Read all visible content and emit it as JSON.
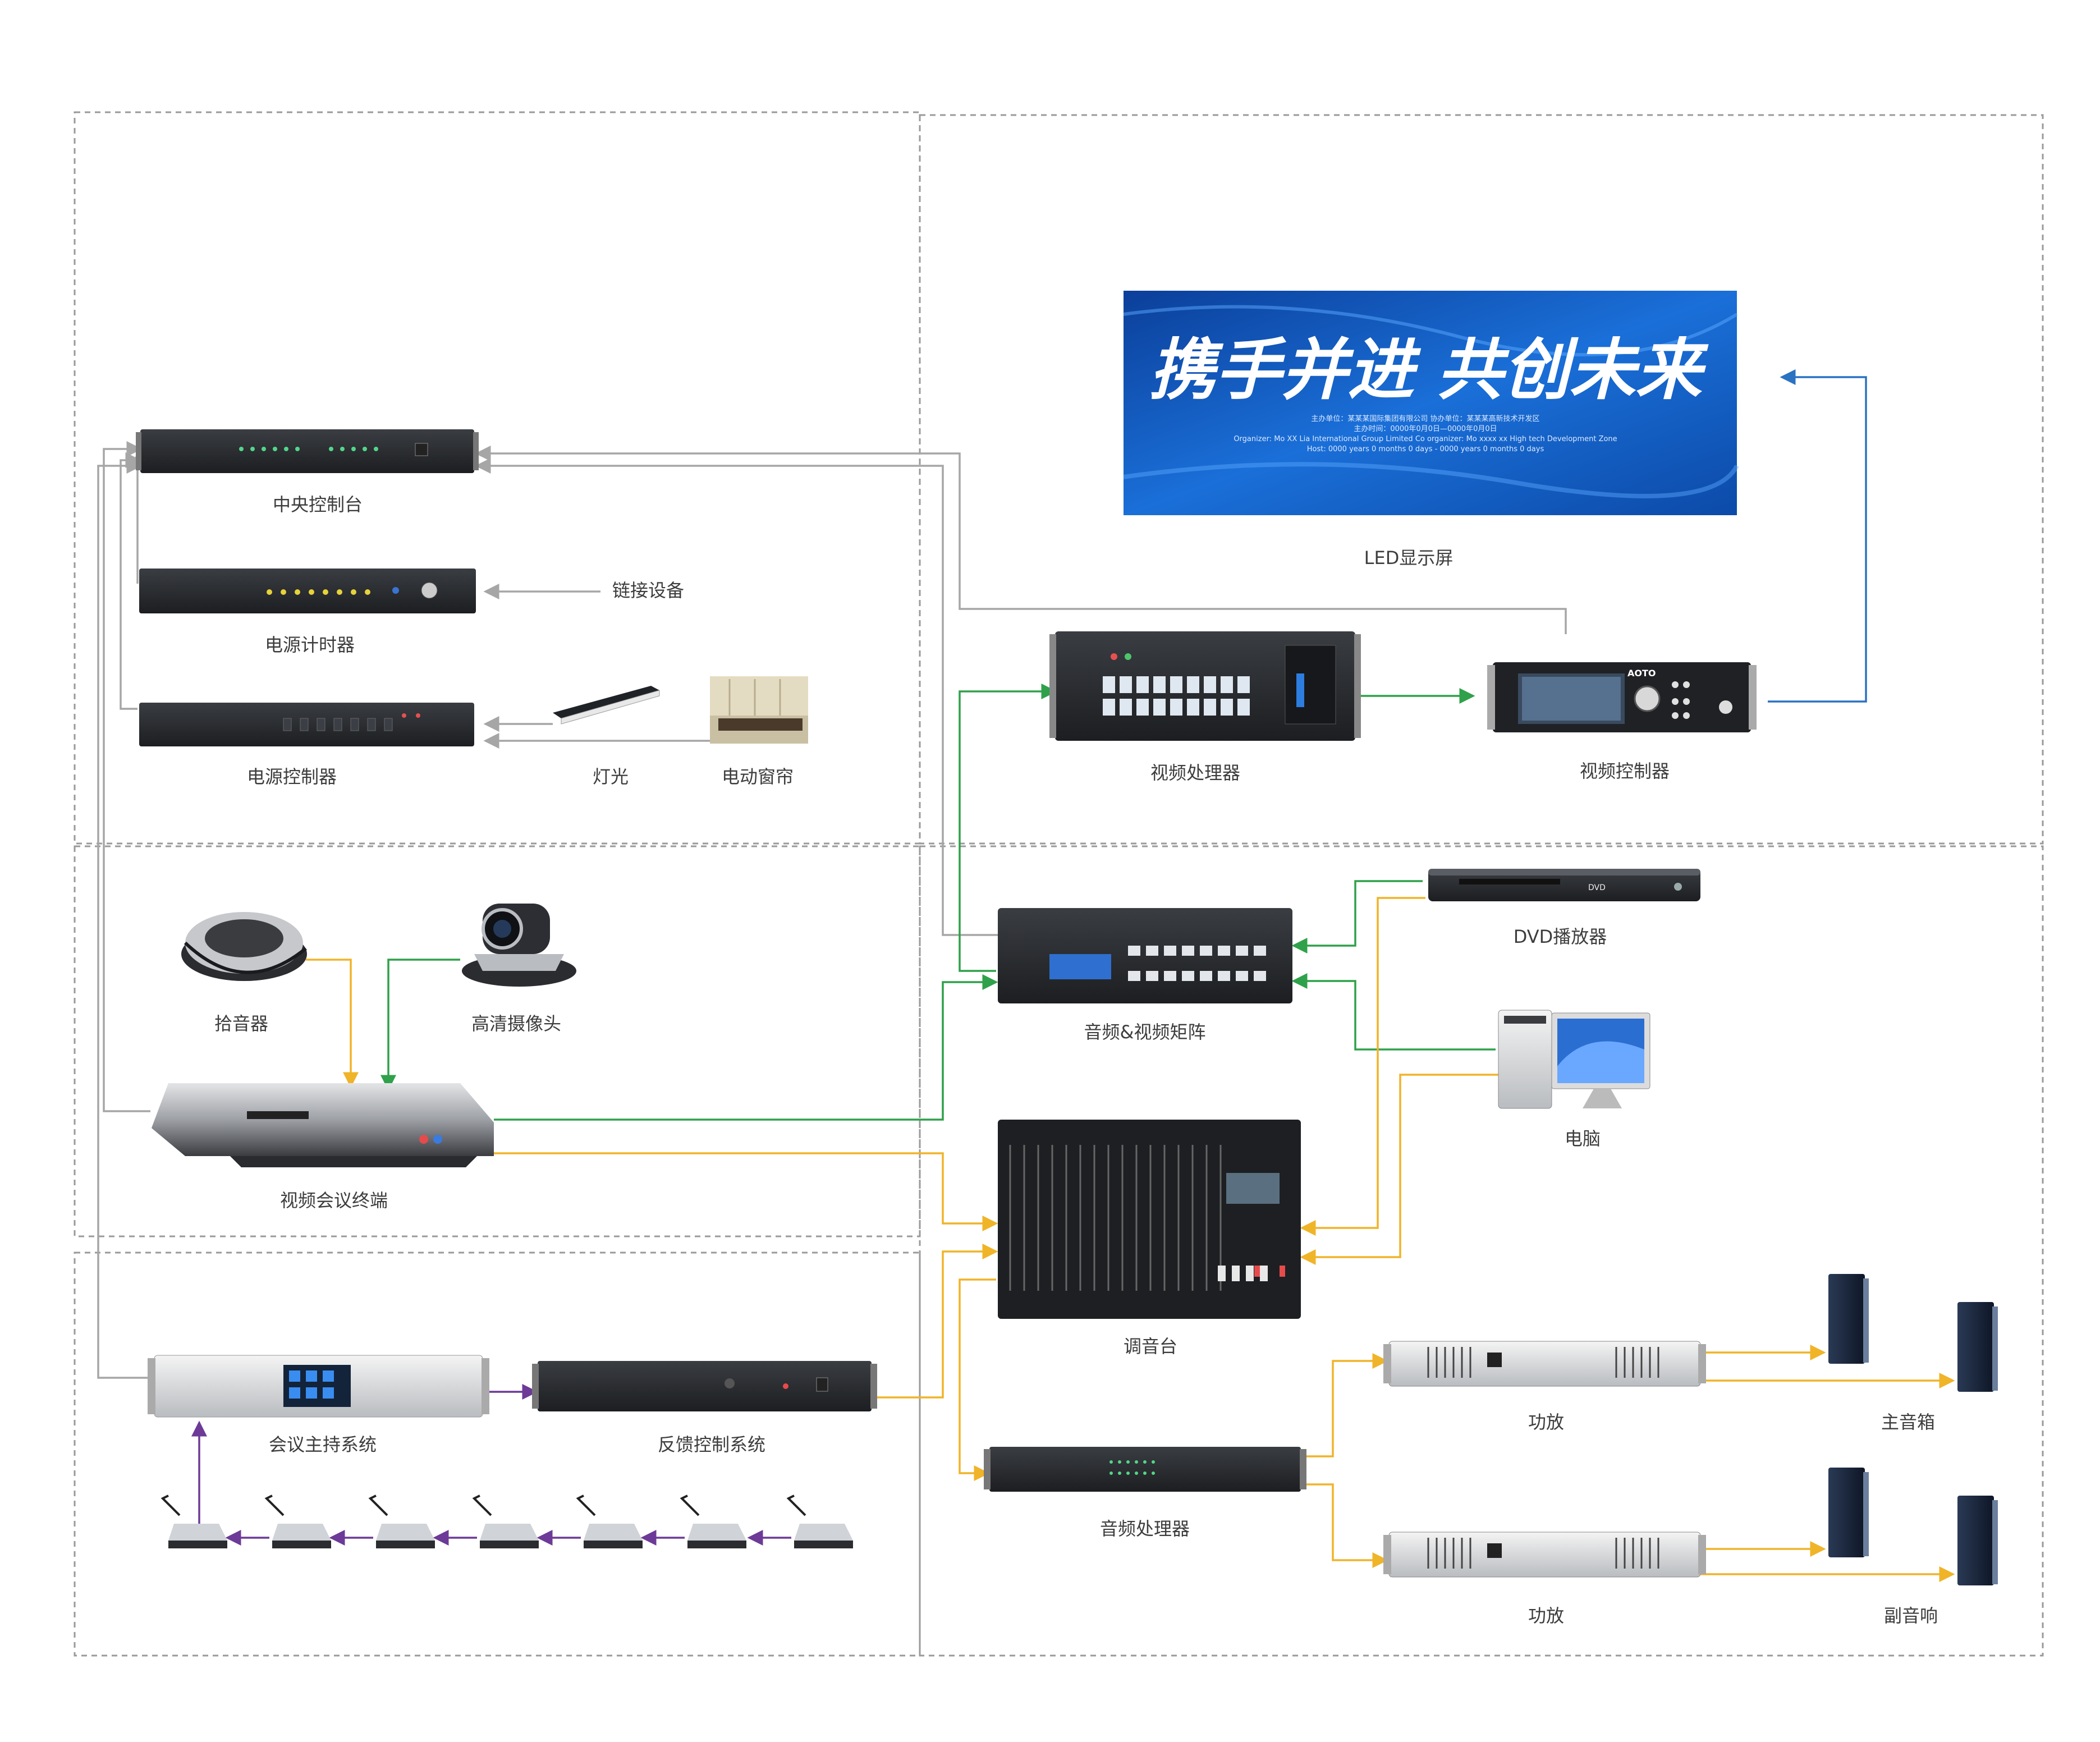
{
  "labels": {
    "central_console": "中央控制台",
    "power_timer": "电源计时器",
    "link_device": "链接设备",
    "power_controller": "电源控制器",
    "lighting": "灯光",
    "curtain": "电动窗帘",
    "led_screen": "LED显示屏",
    "video_processor": "视频处理器",
    "video_controller": "视频控制器",
    "pickup": "拾音器",
    "hd_camera": "高清摄像头",
    "av_matrix": "音频&视频矩阵",
    "dvd": "DVD播放器",
    "computer": "电脑",
    "vc_terminal": "视频会议终端",
    "mixer": "调音台",
    "host_system": "会议主持系统",
    "feedback": "反馈控制系统",
    "amp1": "功放",
    "main_speaker": "主音箱",
    "audio_processor": "音频处理器",
    "amp2": "功放",
    "sub_speaker": "副音响"
  },
  "led": {
    "slogan": "携手并进 共创未来",
    "line1": "主办单位：某某某国际集团有限公司    协办单位：某某某高新技术开发区",
    "line2": "主办时间：0000年0月0日—0000年0月0日",
    "line3": "Organizer: Mo XX Lia International Group Limited     Co organizer: Mo xxxx xx High tech Development Zone",
    "line4": "Host: 0000 years 0 months 0 days - 0000 years 0 months 0 days"
  },
  "brands": {
    "video_controller": "AOTO",
    "dvd": "DVD"
  },
  "colors": {
    "control_link": "#a6a6a6",
    "video_link": "#2fa14a",
    "audio_link": "#f0b429",
    "conference_link": "#6d3a97",
    "display_link": "#2a72c2",
    "led_blue": "#1360c8"
  }
}
